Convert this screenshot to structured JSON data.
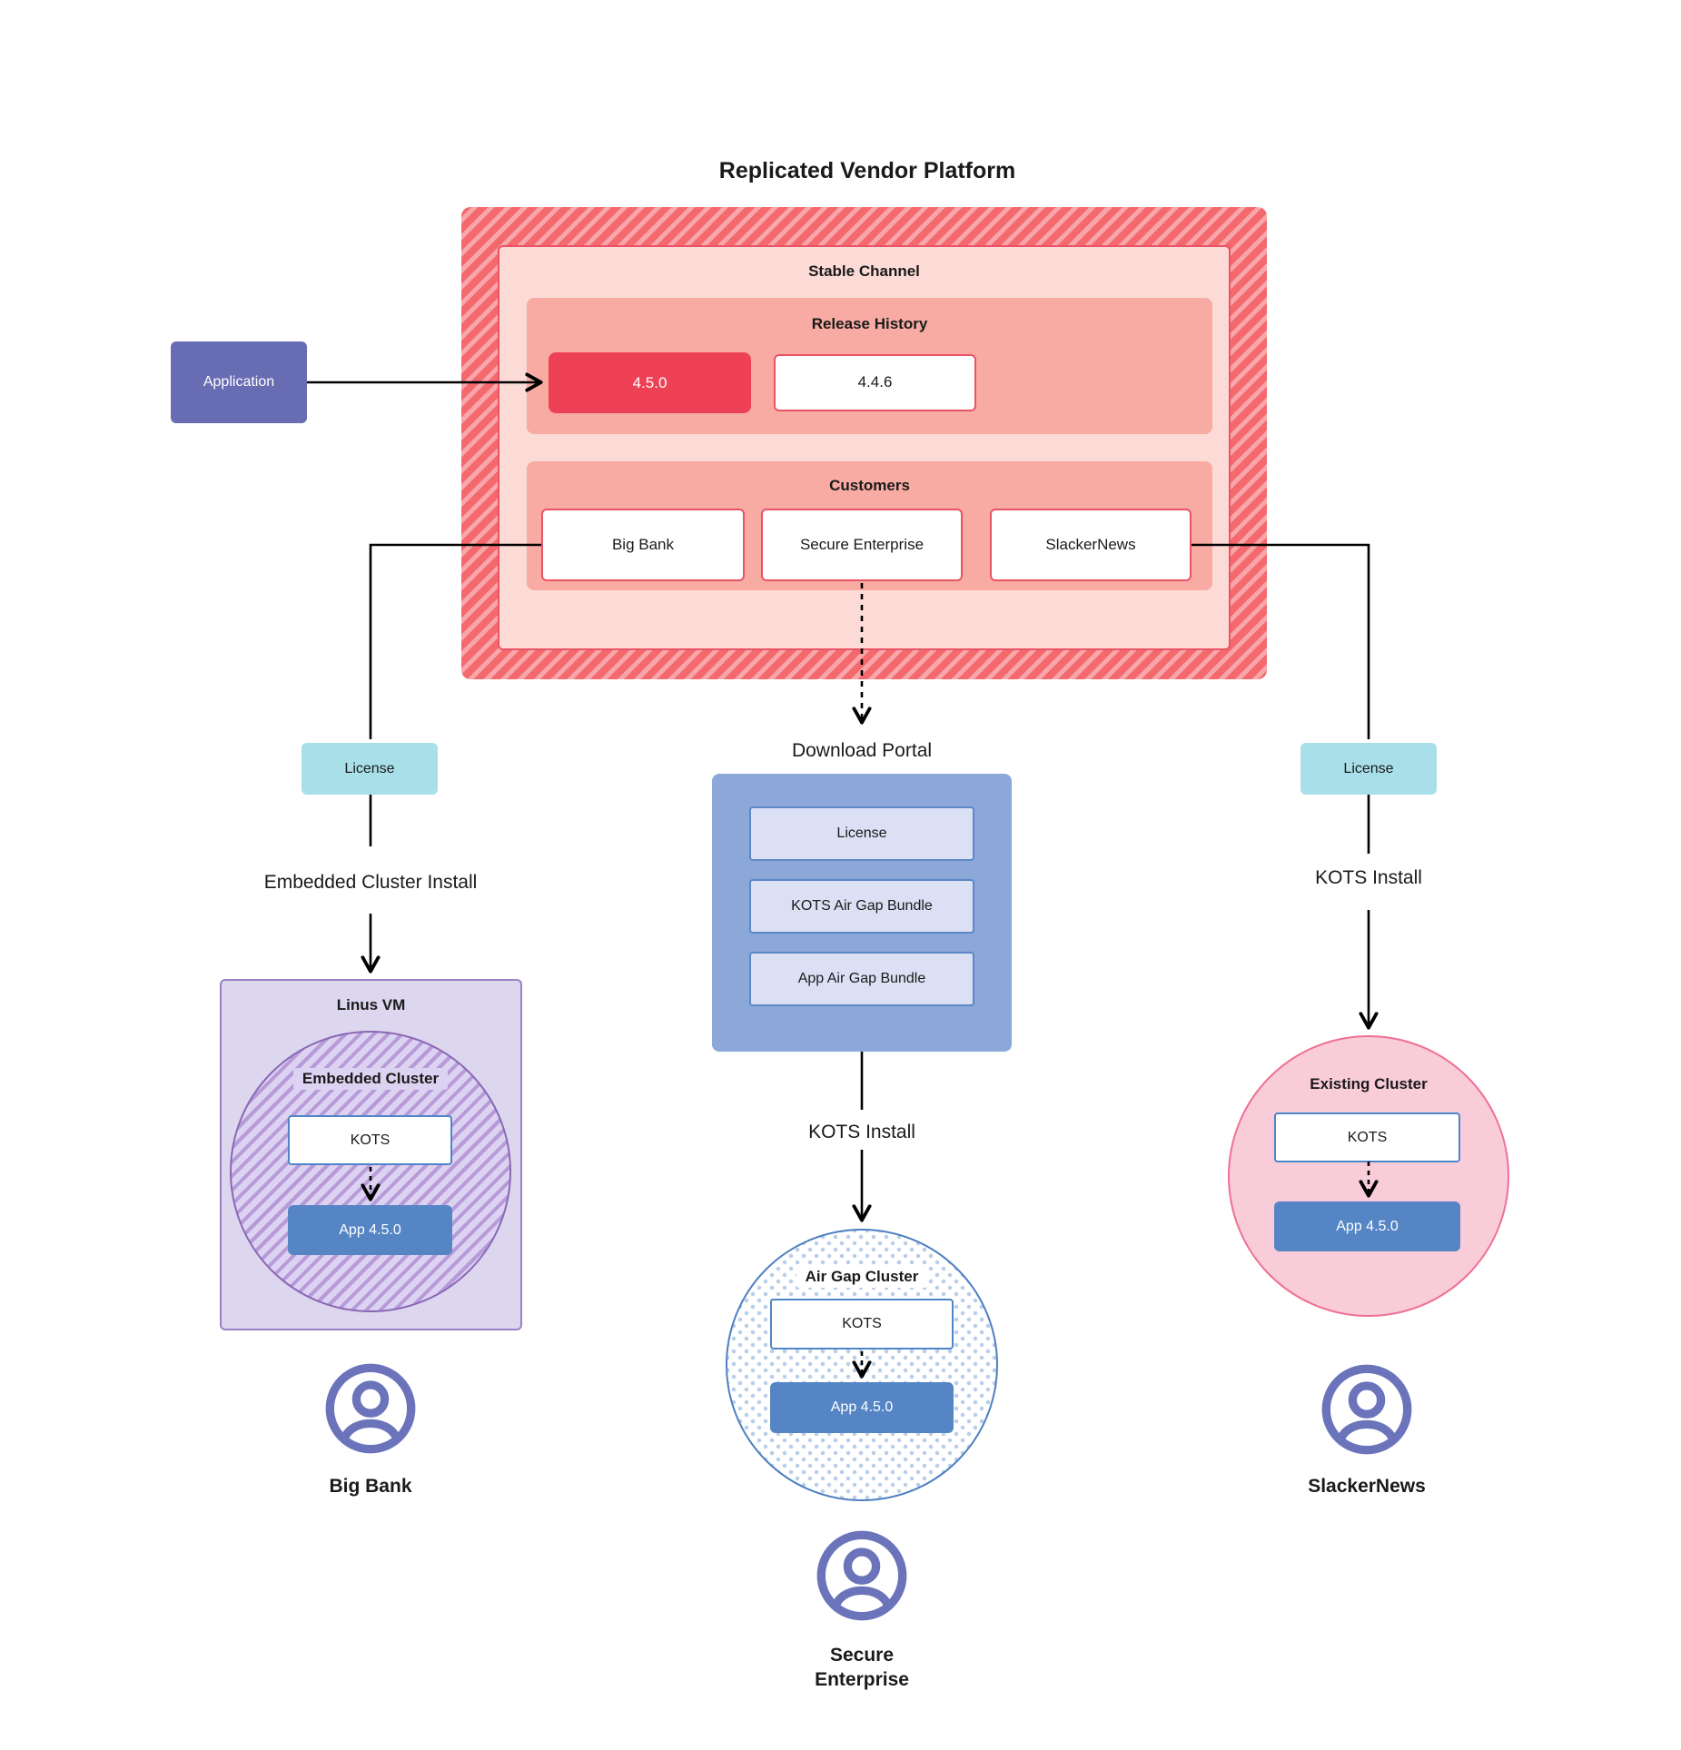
{
  "title": "Replicated Vendor Platform",
  "platform": {
    "stable_channel_label": "Stable Channel",
    "release_history": {
      "label": "Release History",
      "releases": [
        {
          "version": "4.5.0",
          "highlight": true
        },
        {
          "version": "4.4.6",
          "highlight": false
        }
      ]
    },
    "customers": {
      "label": "Customers",
      "items": [
        "Big Bank",
        "Secure Enterprise",
        "SlackerNews"
      ]
    }
  },
  "application_label": "Application",
  "download_portal": {
    "label": "Download Portal",
    "items": [
      "License",
      "KOTS Air Gap Bundle",
      "App Air Gap Bundle"
    ]
  },
  "left_branch": {
    "license_label": "License",
    "install_label": "Embedded Cluster Install",
    "vm_label": "Linus VM",
    "cluster_label": "Embedded Cluster",
    "kots_label": "KOTS",
    "app_label": "App 4.5.0",
    "user_label": "Big Bank"
  },
  "middle_branch": {
    "install_label": "KOTS Install",
    "cluster_label": "Air Gap Cluster",
    "kots_label": "KOTS",
    "app_label": "App 4.5.0",
    "user_label": "Secure Enterprise"
  },
  "right_branch": {
    "license_label": "License",
    "install_label": "KOTS Install",
    "cluster_label": "Existing Cluster",
    "kots_label": "KOTS",
    "app_label": "App 4.5.0",
    "user_label": "SlackerNews"
  },
  "colors": {
    "hatch_red": "#f4696e",
    "hatch_red_light": "#f9a6a9",
    "stable_bg": "#fcdbd6",
    "panel_salmon": "#f7aba2",
    "release_highlight": "#ee4156",
    "box_border_red": "#ea5365",
    "application_purple": "#676cb3",
    "license_teal": "#a9dfe9",
    "portal_blue": "#8ba8d8",
    "portal_item_bg": "#dbe0f4",
    "portal_item_border": "#5c88c8",
    "vm_lavender": "#ddd6ef",
    "vm_border": "#9c80c4",
    "hatch_purple": "#b79bd9",
    "kots_border": "#4d86c8",
    "app_blue": "#5585c5",
    "existing_pink": "#f9ccd9",
    "existing_border": "#ef7092",
    "user_icon": "#6b74ba",
    "line": "#000000"
  }
}
